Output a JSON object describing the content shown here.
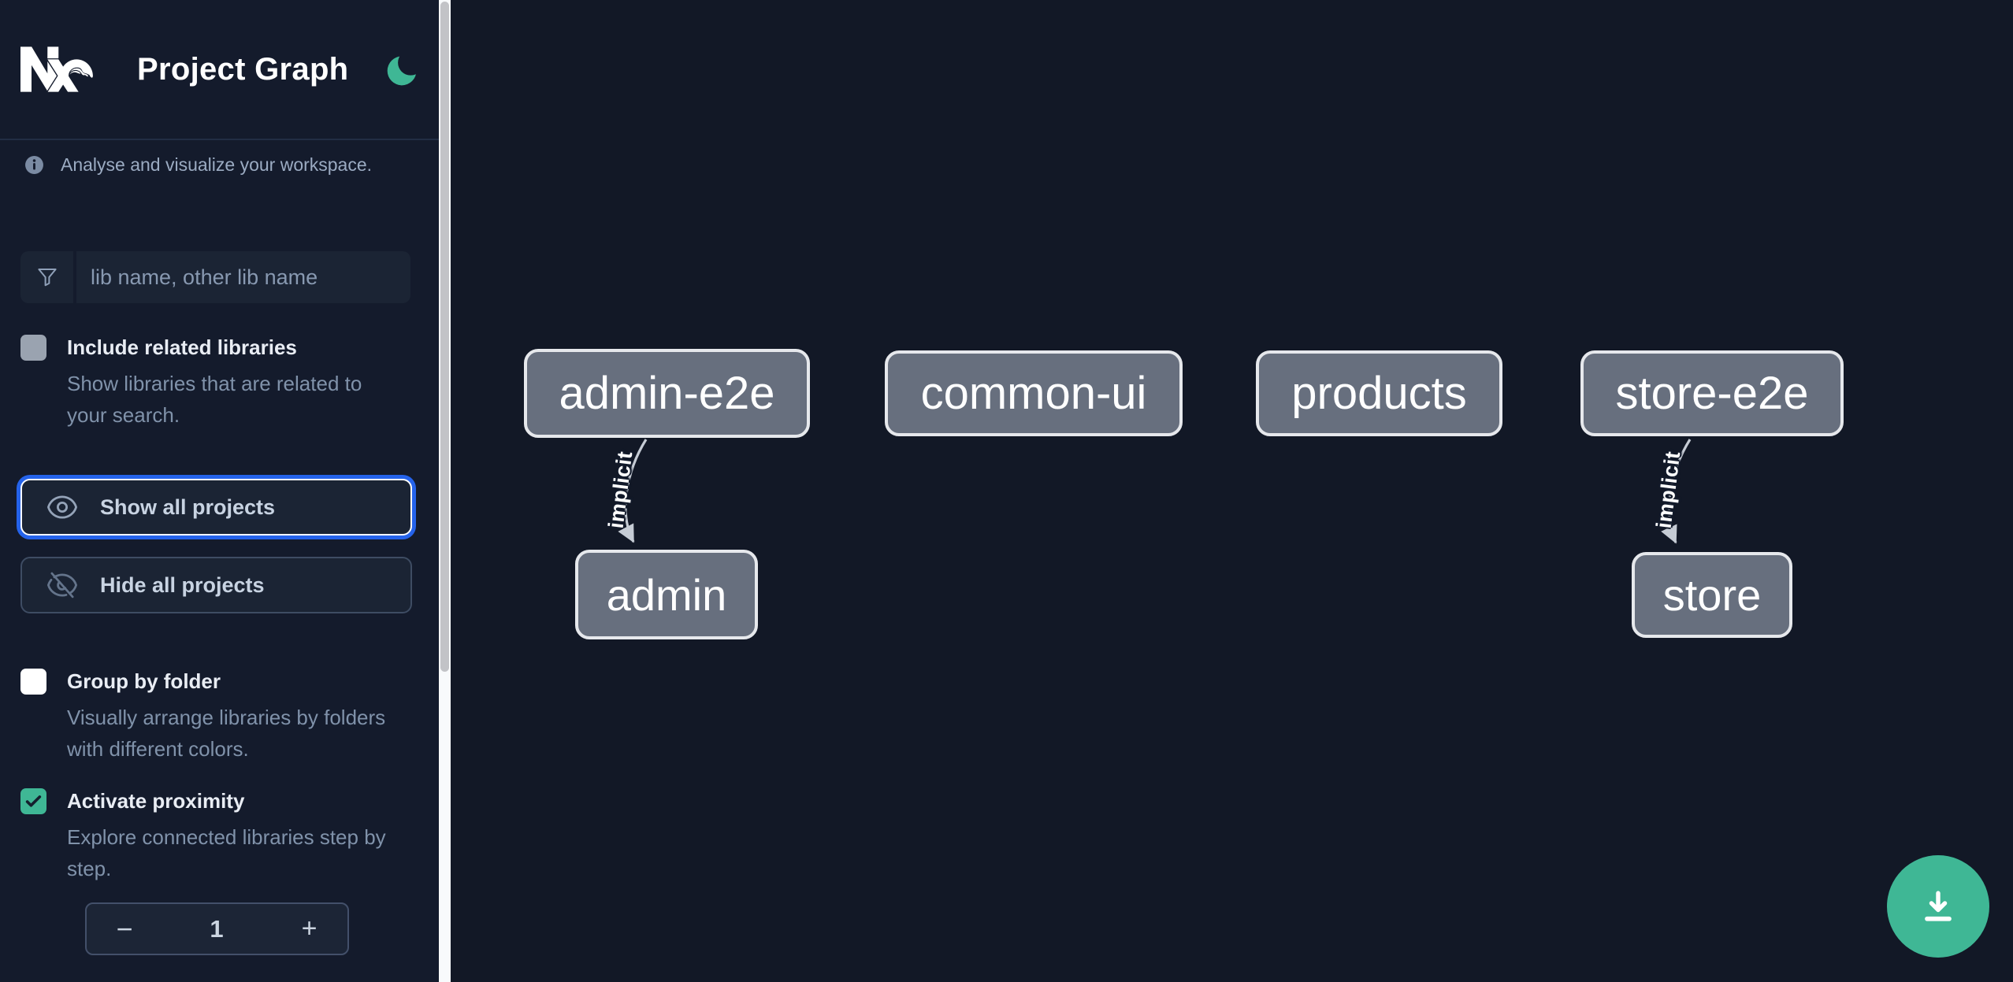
{
  "header": {
    "app_title": "Project Graph",
    "logo": "Nx",
    "theme_icon": "moon"
  },
  "intro": {
    "text": "Analyse and visualize your workspace."
  },
  "search": {
    "placeholder": "lib name, other lib name"
  },
  "filters": {
    "include_related": {
      "label": "Include related libraries",
      "description": "Show libraries that are related to your search.",
      "checked": false
    },
    "group_by_folder": {
      "label": "Group by folder",
      "description": "Visually arrange libraries by folders with different colors.",
      "checked": false
    },
    "activate_proximity": {
      "label": "Activate proximity",
      "description": "Explore connected libraries step by step.",
      "checked": true
    }
  },
  "actions": {
    "show_all": "Show all projects",
    "hide_all": "Hide all projects"
  },
  "proximity_stepper": {
    "decrement": "−",
    "value": "1",
    "increment": "+"
  },
  "graph": {
    "nodes": [
      {
        "label": "admin-e2e"
      },
      {
        "label": "common-ui"
      },
      {
        "label": "products"
      },
      {
        "label": "store-e2e"
      },
      {
        "label": "admin"
      },
      {
        "label": "store"
      }
    ],
    "edges": [
      {
        "source": "admin-e2e",
        "target": "admin",
        "label": "implicit"
      },
      {
        "source": "store-e2e",
        "target": "store",
        "label": "implicit"
      }
    ]
  },
  "colors": {
    "accent_green": "#3fb795",
    "focus_blue": "#2563eb",
    "sidebar_bg": "#141b2c",
    "canvas_bg": "#121826",
    "node_fill": "#676f7e"
  }
}
